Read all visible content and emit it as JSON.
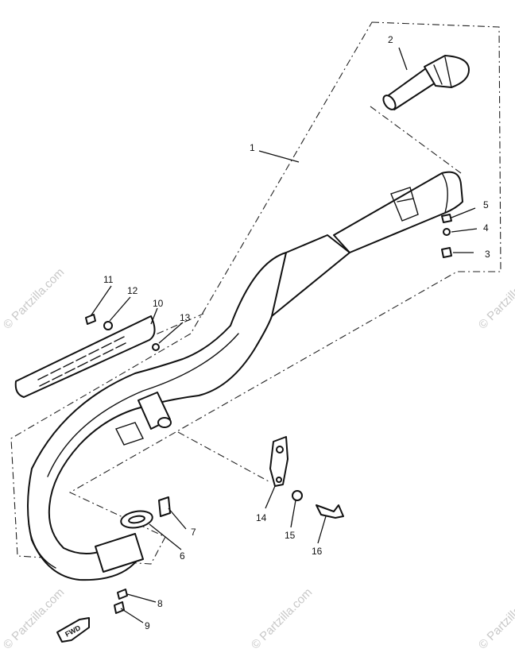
{
  "diagram": {
    "callouts": [
      "1",
      "2",
      "3",
      "4",
      "5",
      "6",
      "7",
      "8",
      "9",
      "10",
      "11",
      "12",
      "13",
      "14",
      "15",
      "16"
    ],
    "direction_label": "FWD",
    "watermark": "© Partzilla.com"
  }
}
